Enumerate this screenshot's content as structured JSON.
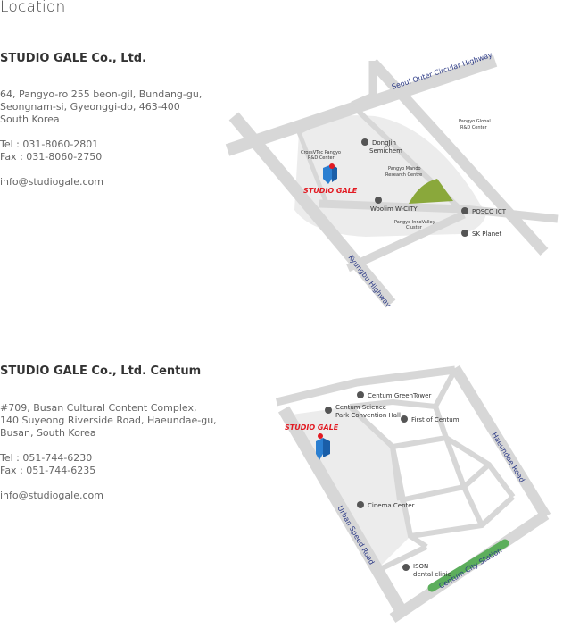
{
  "page": {
    "heading": "Location"
  },
  "offices": [
    {
      "name": "STUDIO GALE Co., Ltd.",
      "address_lines": [
        "64, Pangyo-ro 255 beon-gil, Bundang-gu,",
        "Seongnam-si, Gyeonggi-do, 463-400",
        "South Korea"
      ],
      "tel": "Tel  : 031-8060-2801",
      "fax": "Fax : 031-8060-2750",
      "email": "info@studiogale.com"
    },
    {
      "name": "STUDIO GALE Co., Ltd. Centum",
      "address_lines": [
        "#709, Busan Cultural Content Complex,",
        "140 Suyeong Riverside Road, Haeundae-gu,",
        "Busan, South Korea"
      ],
      "tel": "Tel  : 051-744-6230",
      "fax": "Fax : 051-744-6235",
      "email": "info@studiogale.com"
    }
  ],
  "map1": {
    "roads": {
      "top": "Seoul Outer Circular Highway",
      "left": "Kyungbu Highway"
    },
    "logo": "STUDIO GALE",
    "labels": {
      "crossvtec": [
        "CrossVTec Pangyo",
        "R&D Center"
      ],
      "pangyo_global": [
        "Pangyo Global",
        "R&D Center"
      ],
      "dongjin": [
        "DongJin",
        "Semichem"
      ],
      "mando": [
        "Pangyo Mando",
        "Research Centre"
      ],
      "woolim": "Woolim W-CITY",
      "innovalley": [
        "Pangyo InnoValley",
        "Cluster"
      ],
      "posco": "POSCO ICT",
      "skplanet": "SK Planet"
    },
    "colors": {
      "road": "#d7d7d7",
      "area": "#ececec",
      "park": "#8aa83b",
      "pin": "#e21a22",
      "building": "#2b7fd1"
    }
  },
  "map2": {
    "roads": {
      "right": "Haeundae Road",
      "left": "Urban Speed Road",
      "station": "Centum City Station"
    },
    "logo": "STUDIO GALE",
    "labels": {
      "greentower": "Centum GreenTower",
      "science_park": [
        "Centum Science",
        "Park Convention Hall"
      ],
      "first": "First of Centum",
      "cinema": "Cinema Center",
      "ison": [
        "ISON",
        "dental clinic"
      ]
    },
    "colors": {
      "road": "#d7d7d7",
      "area": "#ececec",
      "station": "#5cae5c",
      "pin": "#e21a22",
      "building": "#2b7fd1"
    }
  }
}
